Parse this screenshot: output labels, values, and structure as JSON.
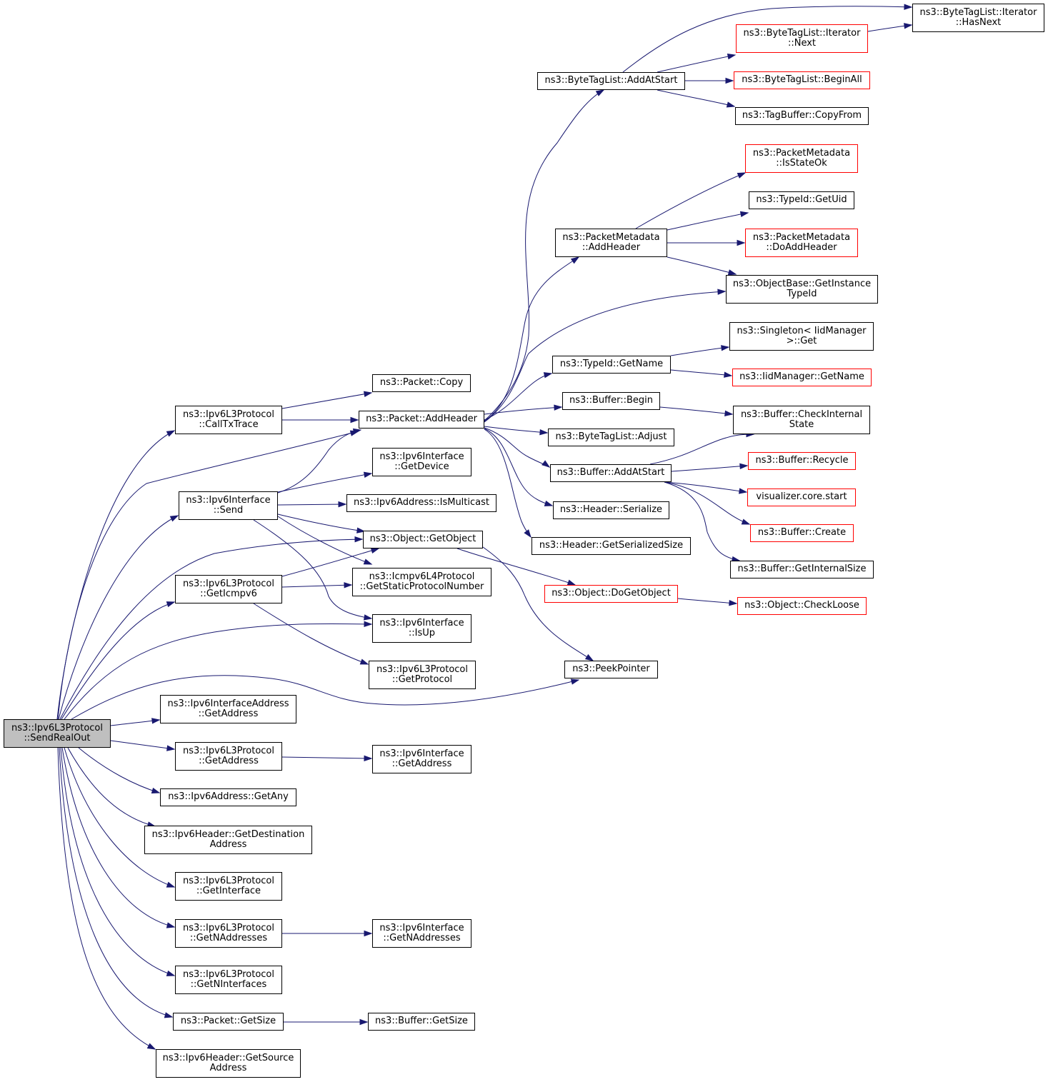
{
  "colors": {
    "edge": "#191970",
    "border": "#000000",
    "border_incomplete": "#ff0000",
    "root_fill": "#bfbfbf"
  },
  "nodes": {
    "root": [
      "ns3::Ipv6L3Protocol",
      "::SendRealOut"
    ],
    "callTxTrace": [
      "ns3::Ipv6L3Protocol",
      "::CallTxTrace"
    ],
    "ifSend": [
      "ns3::Ipv6Interface",
      "::Send"
    ],
    "getIcmpv6": [
      "ns3::Ipv6L3Protocol",
      "::GetIcmpv6"
    ],
    "ifaceAddrGetAddress": [
      "ns3::Ipv6InterfaceAddress",
      "::GetAddress"
    ],
    "l3GetAddress": [
      "ns3::Ipv6L3Protocol",
      "::GetAddress"
    ],
    "getAny": [
      "ns3::Ipv6Address::GetAny"
    ],
    "hdrGetDest": [
      "ns3::Ipv6Header::GetDestination",
      "Address"
    ],
    "l3GetInterface": [
      "ns3::Ipv6L3Protocol",
      "::GetInterface"
    ],
    "l3GetNAddresses": [
      "ns3::Ipv6L3Protocol",
      "::GetNAddresses"
    ],
    "l3GetNInterfaces": [
      "ns3::Ipv6L3Protocol",
      "::GetNInterfaces"
    ],
    "packetGetSize": [
      "ns3::Packet::GetSize"
    ],
    "hdrGetSource": [
      "ns3::Ipv6Header::GetSource",
      "Address"
    ],
    "packetCopy": [
      "ns3::Packet::Copy"
    ],
    "packetAddHeader": [
      "ns3::Packet::AddHeader"
    ],
    "ifGetDevice": [
      "ns3::Ipv6Interface",
      "::GetDevice"
    ],
    "isMulticast": [
      "ns3::Ipv6Address::IsMulticast"
    ],
    "objGetObject": [
      "ns3::Object::GetObject"
    ],
    "icmpGetStatic": [
      "ns3::Icmpv6L4Protocol",
      "::GetStaticProtocolNumber"
    ],
    "ifIsUp": [
      "ns3::Ipv6Interface",
      "::IsUp"
    ],
    "l3GetProtocol": [
      "ns3::Ipv6L3Protocol",
      "::GetProtocol"
    ],
    "ifGetAddress": [
      "ns3::Ipv6Interface",
      "::GetAddress"
    ],
    "ifGetNAddresses": [
      "ns3::Ipv6Interface",
      "::GetNAddresses"
    ],
    "bufGetSize": [
      "ns3::Buffer::GetSize"
    ],
    "btlAddAtStart": [
      "ns3::ByteTagList::AddAtStart"
    ],
    "pmAddHeader": [
      "ns3::PacketMetadata",
      "::AddHeader"
    ],
    "typeIdGetName": [
      "ns3::TypeId::GetName"
    ],
    "bufBegin": [
      "ns3::Buffer::Begin"
    ],
    "btlAdjust": [
      "ns3::ByteTagList::Adjust"
    ],
    "bufAddAtStart": [
      "ns3::Buffer::AddAtStart"
    ],
    "hdrSerialize": [
      "ns3::Header::Serialize"
    ],
    "hdrGetSerSize": [
      "ns3::Header::GetSerializedSize"
    ],
    "objDoGetObject": [
      "ns3::Object::DoGetObject"
    ],
    "peekPointer": [
      "ns3::PeekPointer"
    ],
    "btlIterHasNext": [
      "ns3::ByteTagList::Iterator",
      "::HasNext"
    ],
    "btlIterNext": [
      "ns3::ByteTagList::Iterator",
      "::Next"
    ],
    "btlBeginAll": [
      "ns3::ByteTagList::BeginAll"
    ],
    "tbCopyFrom": [
      "ns3::TagBuffer::CopyFrom"
    ],
    "pmIsStateOk": [
      "ns3::PacketMetadata",
      "::IsStateOk"
    ],
    "typeIdGetUid": [
      "ns3::TypeId::GetUid"
    ],
    "pmDoAddHeader": [
      "ns3::PacketMetadata",
      "::DoAddHeader"
    ],
    "obGetInstTypeId": [
      "ns3::ObjectBase::GetInstance",
      "TypeId"
    ],
    "singletonGet": [
      "ns3::Singleton< IidManager",
      ">::Get"
    ],
    "iidGetName": [
      "ns3::IidManager::GetName"
    ],
    "bufCheckInternal": [
      "ns3::Buffer::CheckInternal",
      "State"
    ],
    "bufRecycle": [
      "ns3::Buffer::Recycle"
    ],
    "vizStart": [
      "visualizer.core.start"
    ],
    "bufCreate": [
      "ns3::Buffer::Create"
    ],
    "bufGetInternalSize": [
      "ns3::Buffer::GetInternalSize"
    ],
    "objCheckLoose": [
      "ns3::Object::CheckLoose"
    ]
  }
}
